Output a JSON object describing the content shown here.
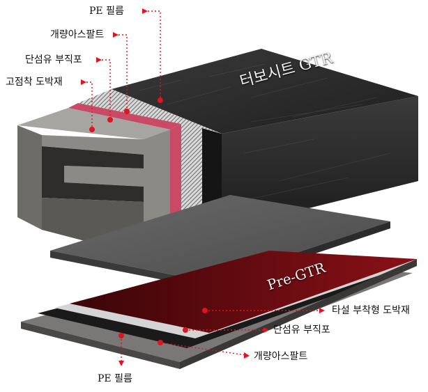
{
  "colors": {
    "pointer": "#e0141e",
    "membrane": "#2b2b2b",
    "asphalt": "#1a1a1a",
    "red_fabric": "#c94a64",
    "concrete": "#7d7b78",
    "pre_gtr_red": "#6b0d12"
  },
  "labels": {
    "top_pe_film": "PE 필름",
    "top_asphalt": "개량아스팔트",
    "top_fabric": "단섬유 부직포",
    "top_adhesive": "고점착 도박재",
    "product_top": "터보시트 GTR",
    "product_bottom": "Pre-GTR",
    "bottom_coating": "타설 부착형 도박재",
    "bottom_fabric": "단섬유 부직포",
    "bottom_asphalt": "개량아스팔트",
    "bottom_pe_film": "PE 필름"
  }
}
